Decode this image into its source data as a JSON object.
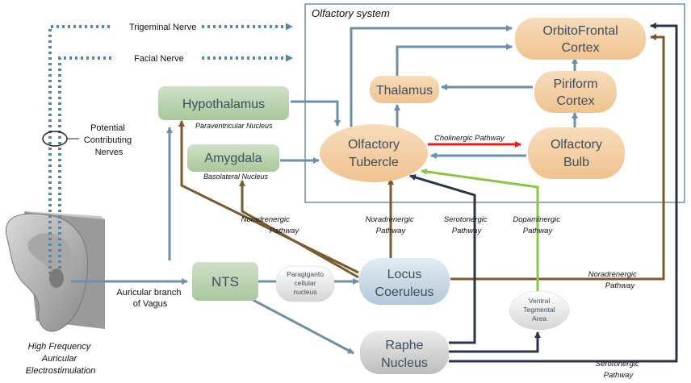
{
  "system_title": "Olfactory system",
  "nodes": {
    "orbitofrontal": [
      "OrbitoFrontal",
      "Cortex"
    ],
    "piriform": [
      "Piriform",
      "Cortex"
    ],
    "thalamus": "Thalamus",
    "olfactory_tubercle": [
      "Olfactory",
      "Tubercle"
    ],
    "olfactory_bulb": [
      "Olfactory",
      "Bulb"
    ],
    "hypothalamus": "Hypothalamus",
    "hypothalamus_sub": "Paraventricular Nucleus",
    "amygdala": "Amygdala",
    "amygdala_sub": "Basolateral Nucleus",
    "nts": "NTS",
    "paragigantocellular": [
      "Paragiganto",
      "cellular",
      "nucleus"
    ],
    "locus_coeruleus": [
      "Locus",
      "Coeruleus"
    ],
    "vta": [
      "Ventral",
      "Tegmental",
      "Area"
    ],
    "raphe": [
      "Raphe",
      "Nucleus"
    ]
  },
  "labels": {
    "trigeminal": "Trigeminal Nerve",
    "facial": "Facial Nerve",
    "potential": [
      "Potential",
      "Contributing",
      "Nerves"
    ],
    "auricular_branch": [
      "Auricular branch",
      "of Vagus"
    ],
    "stimulation": [
      "High Frequency",
      "Auricular",
      "Electrostimulation"
    ],
    "cholinergic": "Cholinergic Pathway",
    "noradrenergic_left": [
      "Noradrenergic",
      "Pathway"
    ],
    "noradrenergic_mid": [
      "Noradrenergic",
      "Pathway"
    ],
    "serotonergic_mid": [
      "Serotonergic",
      "Pathway"
    ],
    "dopaminergic": [
      "Dopaminergic",
      "Pathway"
    ],
    "noradrenergic_right": [
      "Noradrenergic",
      "Pathway"
    ],
    "serotonergic_bottom": [
      "Serotonergic",
      "Pathway"
    ]
  },
  "colors": {
    "steel_blue": "#6f8fa6",
    "brown": "#7a5a2e",
    "navy": "#2b3448",
    "green": "#8cc34a",
    "red": "#e02020",
    "dotted_blue": "#5a86a6",
    "orange_node": "#f3cfa5",
    "green_node": "#b9d2b0",
    "blue_node": "#c9d7e3",
    "gray_node": "#cfcfcf"
  }
}
